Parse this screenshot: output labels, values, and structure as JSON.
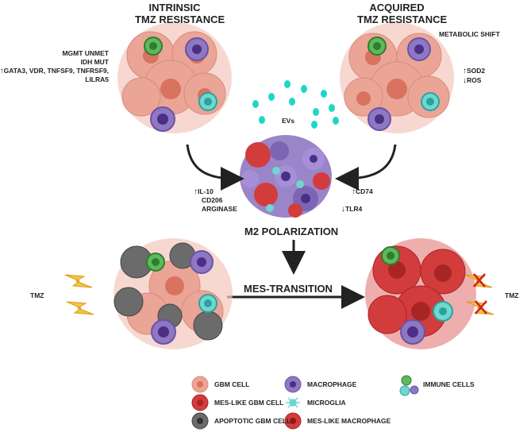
{
  "intrinsic": {
    "title_line1": "INTRINSIC",
    "title_line2": "TMZ RESISTANCE",
    "markers": [
      "MGMT UNMET",
      "IDH MUT",
      "GATA3, VDR, TNFSF9, TNFRSF9,",
      "LILRA5"
    ]
  },
  "acquired": {
    "title_line1": "ACQUIRED",
    "title_line2": "TMZ RESISTANCE",
    "shift": "METABOLIC SHIFT",
    "sod2": "SOD2",
    "ros": "ROS"
  },
  "evs_label": "EVs",
  "macrophage_markers": [
    "IL-10",
    "CD206",
    "ARGINASE"
  ],
  "cd74": "CD74",
  "tlr4": "TLR4",
  "m2_label": "M2 POLARIZATION",
  "mes_transition": "MES-TRANSITION",
  "tmz_left": "TMZ",
  "tmz_right": "TMZ",
  "legend": {
    "gbm_cell": "GBM CELL",
    "mes_gbm": "MES-LIKE GBM CELL",
    "apoptotic": "APOPTOTIC GBM CELL",
    "macrophage": "MACROPHAGE",
    "microglia": "MICROGLIA",
    "mes_macrophage": "MES-LIKE MACROPHAGE",
    "immune": "IMMUNE CELLS"
  },
  "colors": {
    "gbm_pink": "#eaa596",
    "gbm_dark": "#d9725f",
    "mes_red": "#d33c3c",
    "macrophage": "#8f78c2",
    "microglia": "#6fd6d0",
    "immune_green": "#5fb95a",
    "apoptotic": "#6b6b6b",
    "ev_cyan": "#1ed6c8",
    "lightning": "#f5c542"
  }
}
